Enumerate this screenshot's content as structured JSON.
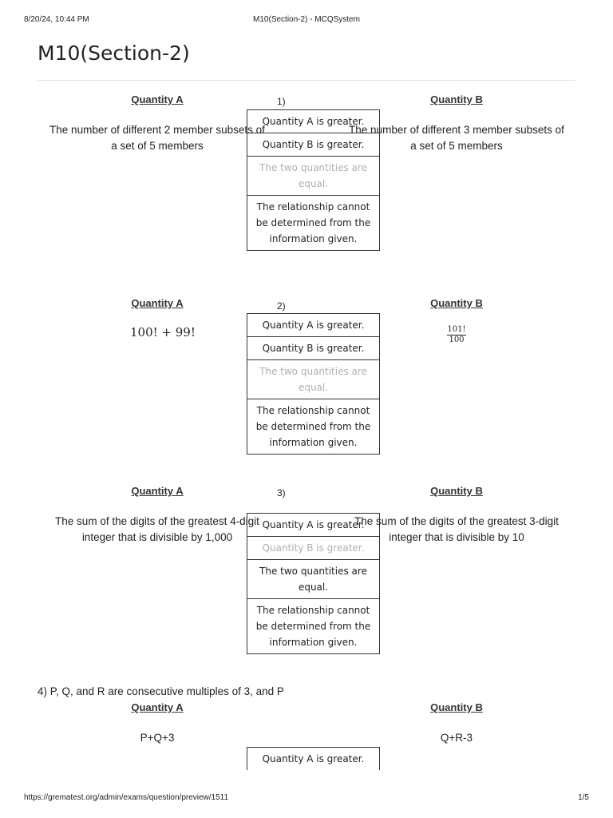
{
  "print": {
    "datetime": "8/20/24, 10:44 PM",
    "doc_title": "M10(Section-2) - MCQSystem",
    "url": "https://grematest.org/admin/exams/question/preview/1511",
    "page": "1/5"
  },
  "page_title": "M10(Section-2)",
  "questions": [
    {
      "number": "1)",
      "label_a": "Quantity A",
      "label_b": "Quantity B",
      "quantity_a": "The number of different 2 member subsets of a set of 5 members",
      "quantity_b": "The number of different 3 member subsets of a set of 5 members",
      "choices": [
        "Quantity A is greater.",
        "Quantity B is greater.",
        "The two quantities are equal.",
        "The relationship cannot be determined from the information given."
      ]
    },
    {
      "number": "2)",
      "label_a": "Quantity A",
      "label_b": "Quantity B",
      "quantity_a": "100! + 99!",
      "quantity_b_numerator": "101!",
      "quantity_b_denominator": "100",
      "choices": [
        "Quantity A is greater.",
        "Quantity B is greater.",
        "The two quantities are equal.",
        "The relationship cannot be determined from the information given."
      ]
    },
    {
      "number": "3)",
      "label_a": "Quantity A",
      "label_b": "Quantity B",
      "quantity_a": "The sum of the digits of the greatest 4-digit integer that is divisible by 1,000",
      "quantity_b": "The sum of the digits of the greatest 3-digit integer that is divisible by 10",
      "choices": [
        "Quantity A is greater.",
        "Quantity B is greater.",
        "The two quantities are equal.",
        "The relationship cannot be determined from the information given."
      ]
    },
    {
      "stem": "4) P, Q, and R are consecutive multiples of 3, and P",
      "label_a": "Quantity A",
      "label_b": "Quantity B",
      "quantity_a": "P+Q+3",
      "quantity_b": "Q+R-3",
      "choices": [
        "Quantity A is greater."
      ]
    }
  ]
}
